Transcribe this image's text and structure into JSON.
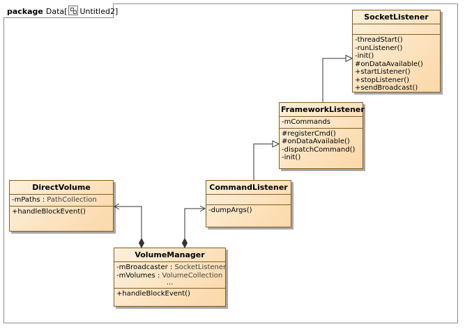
{
  "frame": {
    "keyword": "package",
    "name": "Data",
    "diagram_name": "Untitled2",
    "diagram_icon": "class-diagram-icon"
  },
  "classes": {
    "socket_listener": {
      "name": "SocketListener",
      "attributes": [],
      "operations": [
        "-threadStart()",
        "-runListener()",
        "-init()",
        "#onDataAvailable()",
        "+startListener()",
        "+stopListener()",
        "+sendBroadcast()"
      ]
    },
    "framework_listener": {
      "name": "FrameworkListener",
      "attributes": [
        "-mCommands"
      ],
      "operations": [
        "#registerCmd()",
        "#onDataAvailable()",
        "-dispatchCommand()",
        "-init()"
      ]
    },
    "command_listener": {
      "name": "CommandListener",
      "attributes": [],
      "operations": [
        "-dumpArgs()"
      ]
    },
    "direct_volume": {
      "name": "DirectVolume",
      "attributes": [
        {
          "name": "-mPaths",
          "type": "PathCollection"
        }
      ],
      "operations": [
        "+handleBlockEvent()"
      ]
    },
    "volume_manager": {
      "name": "VolumeManager",
      "attributes": [
        {
          "name": "-mBroadcaster",
          "type": "SocketListener"
        },
        {
          "name": "-mVolumes",
          "type": "VolumeCollection"
        }
      ],
      "ellipsis": "...",
      "operations": [
        "+handleBlockEvent()"
      ]
    }
  },
  "relationships": [
    {
      "type": "generalization",
      "from": "FrameworkListener",
      "to": "SocketListener"
    },
    {
      "type": "generalization",
      "from": "CommandListener",
      "to": "FrameworkListener"
    },
    {
      "type": "composition",
      "whole": "VolumeManager",
      "part": "DirectVolume"
    },
    {
      "type": "composition",
      "whole": "VolumeManager",
      "part": "CommandListener"
    }
  ],
  "colors": {
    "class_fill_light": "#fdf0dc",
    "class_fill_dark": "#fbd8a9",
    "class_border": "#8a5a1a",
    "line": "#333333"
  }
}
